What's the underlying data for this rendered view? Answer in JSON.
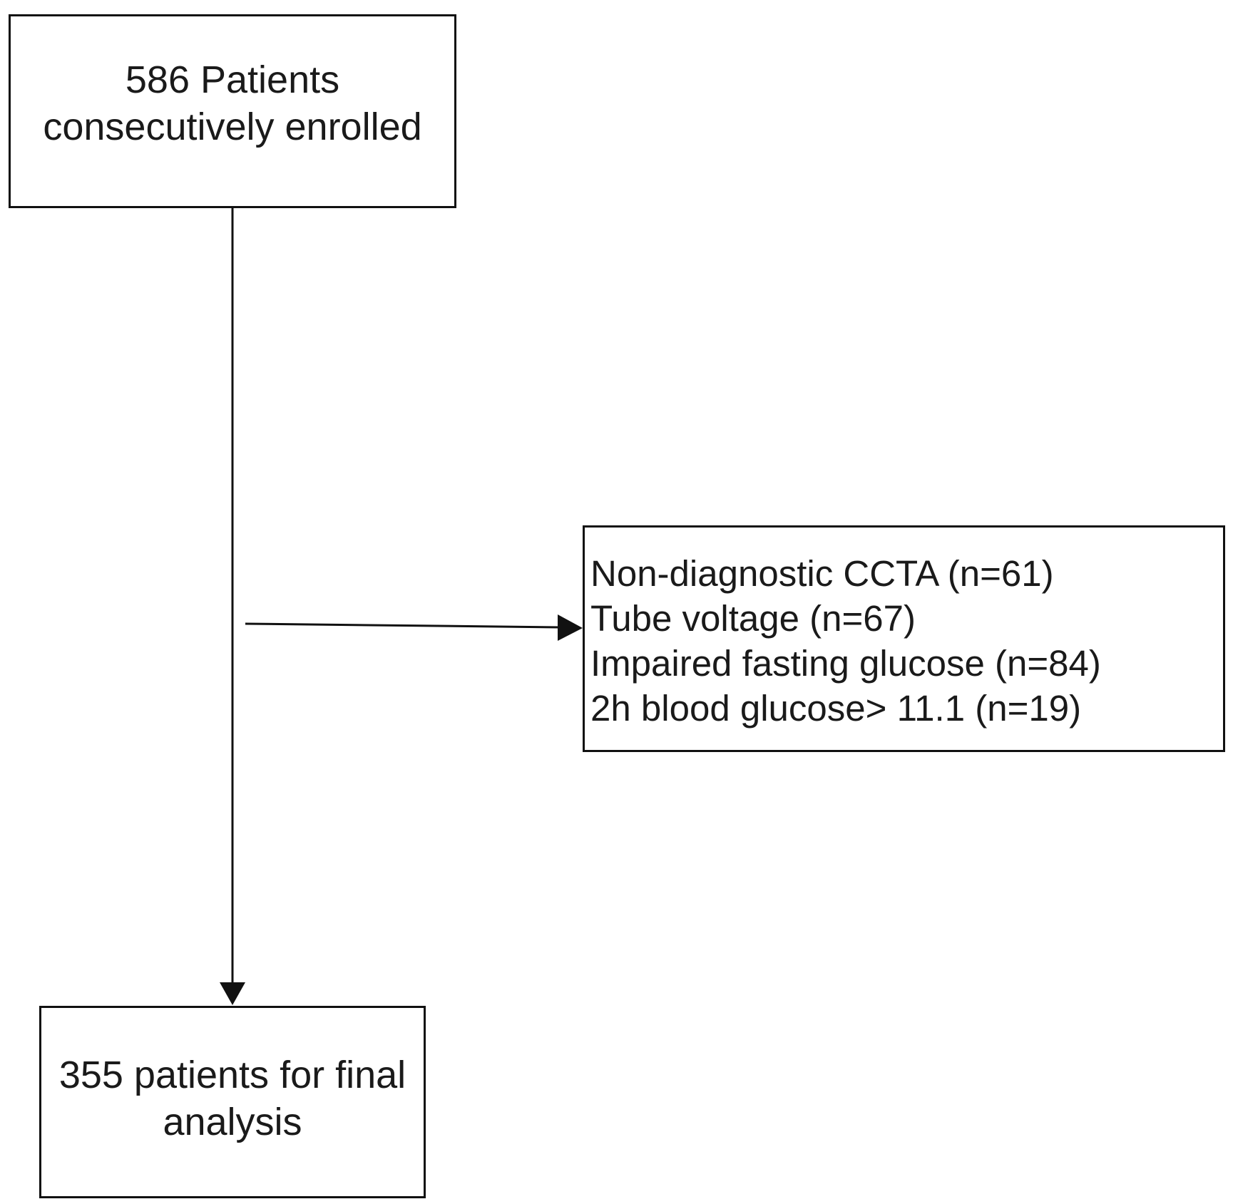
{
  "diagram": {
    "start": {
      "lines": [
        "586 Patients",
        "consecutively enrolled"
      ]
    },
    "exclusions": {
      "items": [
        "Non-diagnostic CCTA (n=61)",
        "Tube voltage (n=67)",
        "Impaired fasting glucose (n=84)",
        "2h blood glucose> 11.1 (n=19)"
      ]
    },
    "end": {
      "lines": [
        "355 patients for final",
        "analysis"
      ]
    }
  },
  "colors": {
    "stroke": "#111111",
    "text": "#1a1a1a",
    "background": "#ffffff"
  }
}
